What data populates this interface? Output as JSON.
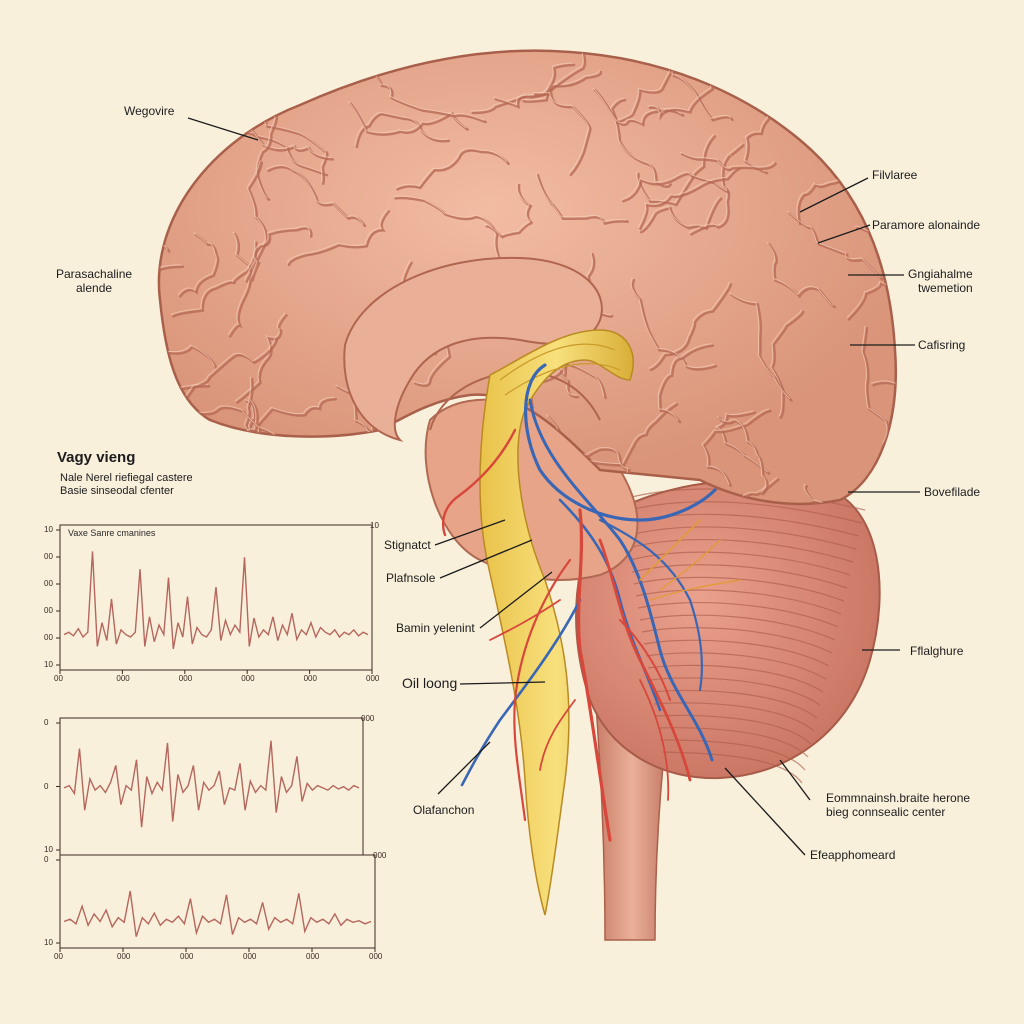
{
  "labels": {
    "wegovire": "Wegovire",
    "filvlaree": "Filvlaree",
    "paramore": "Paramore alonainde",
    "gngiahalme": "Gngiahalme\ntwemetion",
    "parasachaline": "Parasachaline\nalende",
    "cafisring": "Cafisring",
    "bovefilade": "Bovefilade",
    "stignatct": "Stignatct",
    "plafnsole": "Plafnsole",
    "bamin": "Bamin yelenint",
    "oilloong": "Oil loong",
    "ofafanchon": "Olafanchon",
    "fflalghure": "Fflalghure",
    "eommnainsh": "Eommnainsh.braite herone\nbieg connsealic center",
    "efeapphomeard": "Efeapphomeard"
  },
  "panel": {
    "title": "Vagy vieng",
    "subtitle": "Nale Nerel riefiegal castere\nBasie sinseodal cfenter",
    "legend": "Vaxe Sanre cmanines"
  },
  "chart_data": [
    {
      "type": "line",
      "title": "",
      "legend": "Vaxe Sanre cmanines",
      "xlabel": "",
      "ylabel": "",
      "x_ticks": [
        "00",
        "000",
        "000",
        "000",
        "000",
        "000"
      ],
      "y_ticks": [
        "10",
        "00",
        "00",
        "00",
        "00",
        "10"
      ],
      "right_ticks": [
        "10"
      ],
      "x_range": [
        0,
        1
      ],
      "ylim": [
        0,
        1
      ],
      "series": [
        {
          "values": [
            0.2,
            0.22,
            0.19,
            0.25,
            0.18,
            0.22,
            0.9,
            0.1,
            0.3,
            0.15,
            0.5,
            0.12,
            0.24,
            0.2,
            0.18,
            0.22,
            0.75,
            0.1,
            0.35,
            0.14,
            0.28,
            0.2,
            0.68,
            0.08,
            0.3,
            0.18,
            0.52,
            0.12,
            0.26,
            0.2,
            0.18,
            0.24,
            0.6,
            0.15,
            0.32,
            0.2,
            0.28,
            0.22,
            0.85,
            0.1,
            0.34,
            0.18,
            0.24,
            0.2,
            0.35,
            0.15,
            0.28,
            0.2,
            0.38,
            0.16,
            0.24,
            0.2,
            0.3,
            0.18,
            0.26,
            0.22,
            0.2,
            0.24,
            0.18,
            0.22,
            0.2,
            0.24,
            0.19,
            0.22,
            0.2
          ]
        }
      ]
    },
    {
      "type": "line",
      "title": "",
      "x_ticks": [],
      "y_ticks": [
        "0",
        "0",
        "10"
      ],
      "right_ticks": [
        "000"
      ],
      "x_range": [
        0,
        1
      ],
      "ylim": [
        0,
        1
      ],
      "series": [
        {
          "values": [
            0.5,
            0.52,
            0.45,
            0.85,
            0.3,
            0.58,
            0.48,
            0.52,
            0.46,
            0.55,
            0.7,
            0.35,
            0.52,
            0.48,
            0.75,
            0.15,
            0.6,
            0.45,
            0.55,
            0.48,
            0.9,
            0.2,
            0.62,
            0.46,
            0.52,
            0.7,
            0.3,
            0.55,
            0.48,
            0.52,
            0.65,
            0.35,
            0.5,
            0.48,
            0.72,
            0.3,
            0.56,
            0.46,
            0.52,
            0.48,
            0.92,
            0.28,
            0.6,
            0.46,
            0.52,
            0.78,
            0.38,
            0.54,
            0.48,
            0.52,
            0.5,
            0.48,
            0.52,
            0.49,
            0.51,
            0.48,
            0.52,
            0.5
          ]
        }
      ]
    },
    {
      "type": "line",
      "title": "",
      "x_ticks": [
        "00",
        "000",
        "000",
        "000",
        "000",
        "000"
      ],
      "y_ticks": [
        "0",
        "10"
      ],
      "right_ticks": [
        "000"
      ],
      "x_range": [
        0,
        1
      ],
      "ylim": [
        0,
        1
      ],
      "series": [
        {
          "values": [
            0.25,
            0.28,
            0.22,
            0.45,
            0.2,
            0.35,
            0.25,
            0.4,
            0.18,
            0.3,
            0.24,
            0.65,
            0.05,
            0.3,
            0.22,
            0.36,
            0.2,
            0.28,
            0.24,
            0.32,
            0.22,
            0.55,
            0.1,
            0.32,
            0.24,
            0.28,
            0.22,
            0.6,
            0.08,
            0.3,
            0.24,
            0.28,
            0.22,
            0.5,
            0.15,
            0.3,
            0.24,
            0.28,
            0.22,
            0.62,
            0.12,
            0.3,
            0.24,
            0.28,
            0.22,
            0.35,
            0.2,
            0.28,
            0.24,
            0.26,
            0.22,
            0.25
          ]
        }
      ]
    }
  ],
  "colors": {
    "background": "#f9f0dc",
    "brain_fill": "#e6a58a",
    "brain_edge": "#b56a52",
    "nerve_yellow": "#f2d25a",
    "artery_red": "#d7473b",
    "vein_blue": "#3a67b5",
    "trace": "#b5675d"
  }
}
